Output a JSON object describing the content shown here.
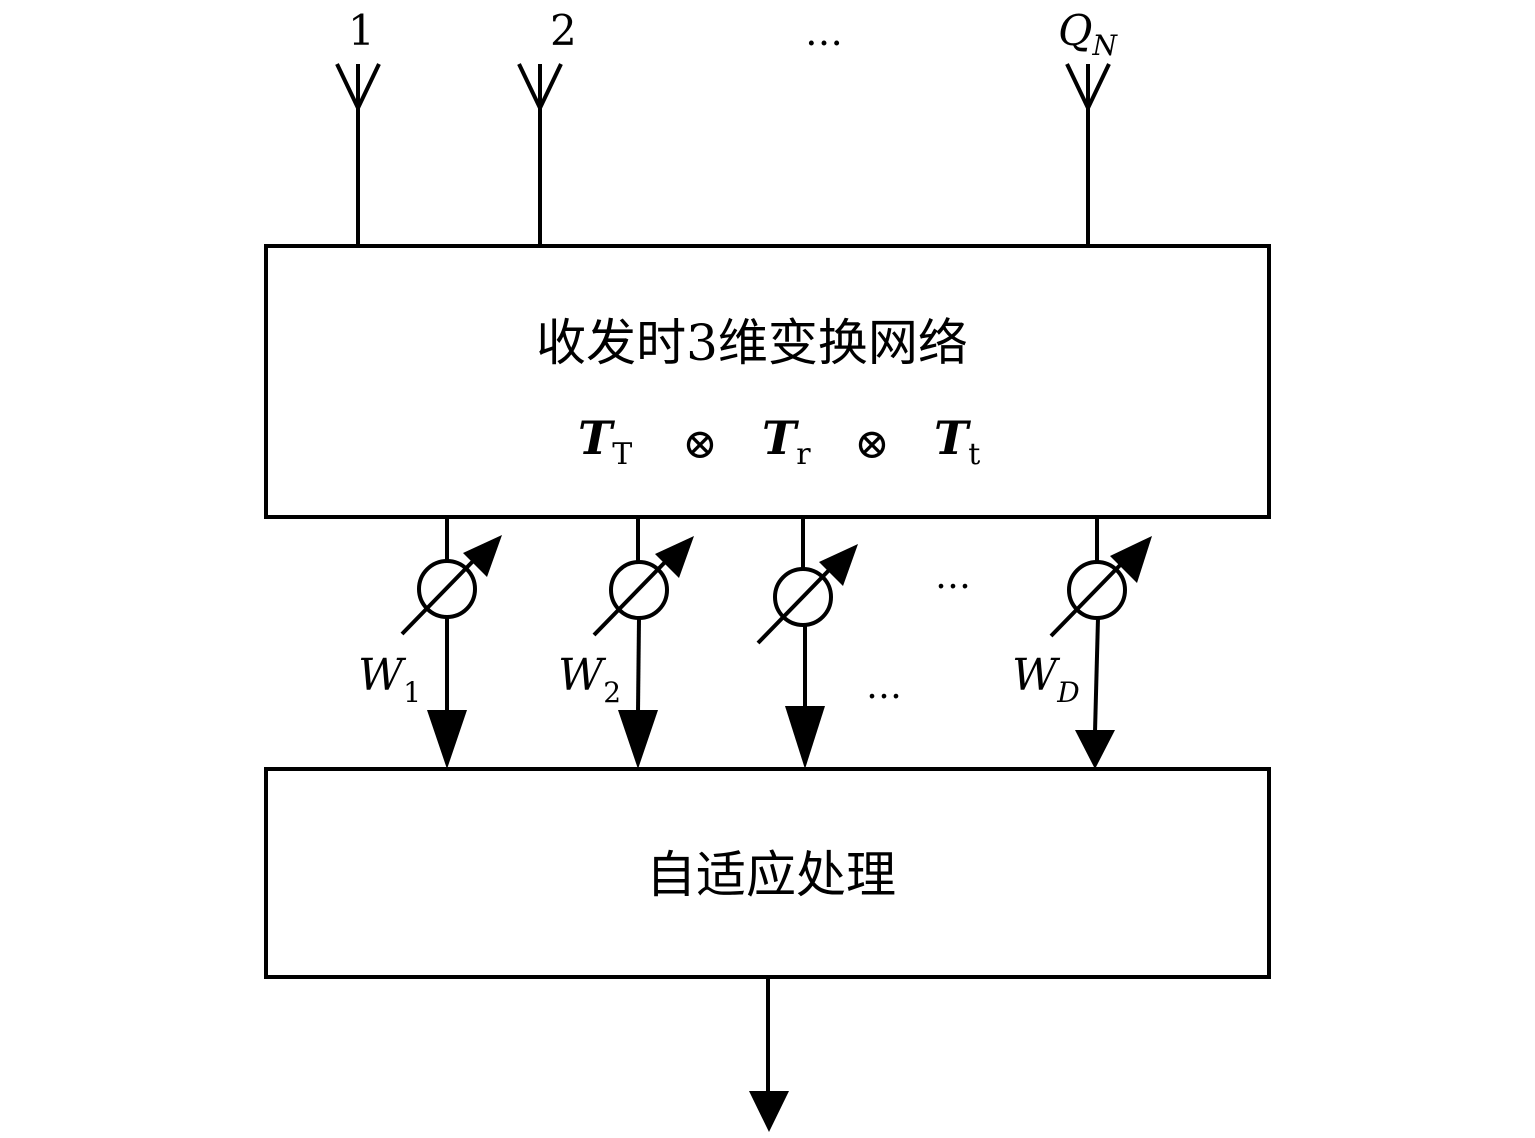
{
  "antennas": [
    {
      "label": "1"
    },
    {
      "label": "2"
    },
    {
      "label": "…"
    },
    {
      "label": "Q",
      "sub": "N"
    }
  ],
  "transform_block": {
    "title": "收发时3维变换网络",
    "formula": {
      "terms": [
        {
          "base": "T",
          "sub": "T"
        },
        {
          "op": "⊗"
        },
        {
          "base": "T",
          "sub": "r"
        },
        {
          "op": "⊗"
        },
        {
          "base": "T",
          "sub": "t"
        }
      ]
    }
  },
  "weights": [
    {
      "base": "W",
      "sub": "1"
    },
    {
      "base": "W",
      "sub": "2"
    },
    {
      "base": "",
      "sub": ""
    },
    {
      "base": "W",
      "sub": "D"
    }
  ],
  "ellipsis_upper": "…",
  "ellipsis_lower": "…",
  "adaptive_block": {
    "title": "自适应处理"
  },
  "colors": {
    "stroke": "#000000",
    "background": "#ffffff"
  }
}
